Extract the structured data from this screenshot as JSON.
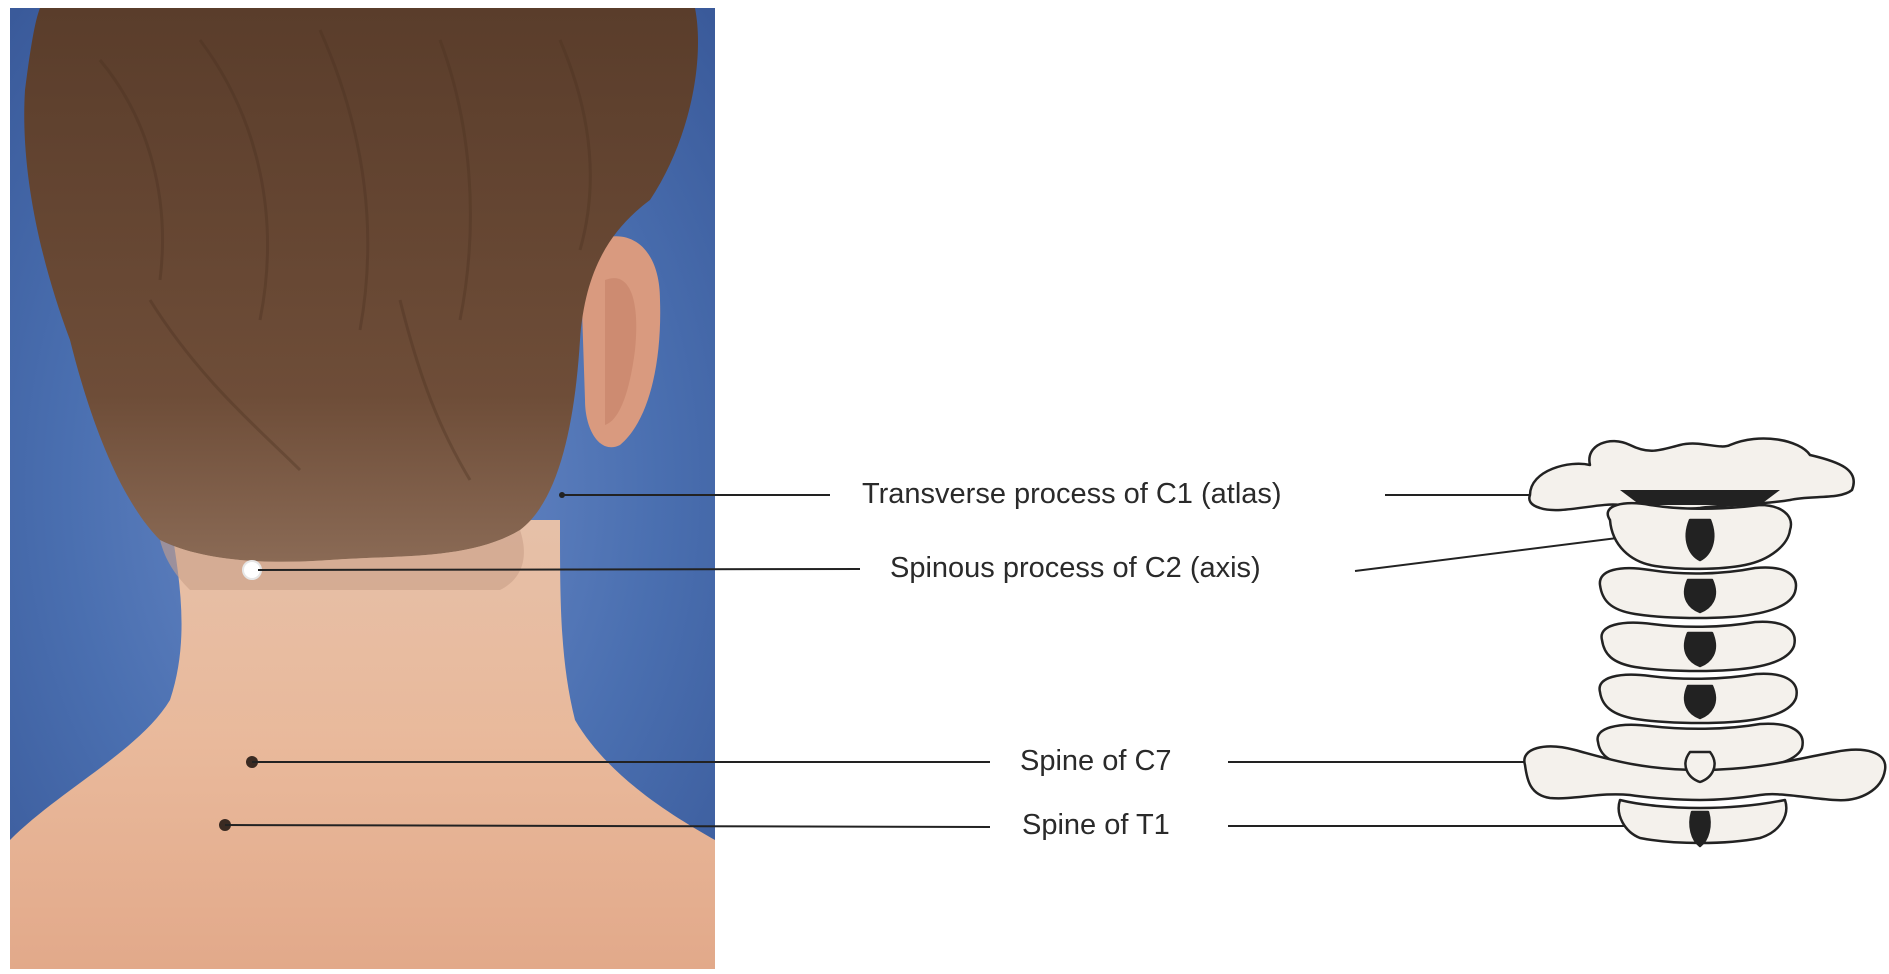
{
  "labels": {
    "c1": "Transverse process of C1 (atlas)",
    "c2": "Spinous process of C2 (axis)",
    "c7": "Spine of C7",
    "t1": "Spine of T1"
  },
  "colors": {
    "background": "#4a6fb0",
    "skin": "#e8b89a",
    "hair": "#6b4a35",
    "leader_line": "#222222",
    "bone_fill": "#f4f1ec",
    "bone_stroke": "#222222"
  }
}
